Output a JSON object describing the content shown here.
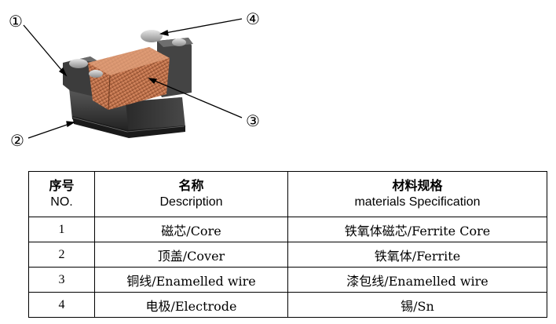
{
  "callouts": {
    "c1": "①",
    "c2": "②",
    "c3": "③",
    "c4": "④"
  },
  "table": {
    "headers": [
      {
        "cn": "序号",
        "en": "NO."
      },
      {
        "cn": "名称",
        "en": "Description"
      },
      {
        "cn": "材料规格",
        "en": "materials Specification"
      }
    ],
    "rows": [
      {
        "no": "1",
        "description": "磁芯/Core",
        "material": "铁氧体磁芯/Ferrite Core"
      },
      {
        "no": "2",
        "description": "顶盖/Cover",
        "material": "铁氧体/Ferrite"
      },
      {
        "no": "3",
        "description": "铜线/Enamelled wire",
        "material": "漆包线/Enamelled wire"
      },
      {
        "no": "4",
        "description": "电极/Electrode",
        "material": "锡/Sn"
      }
    ]
  },
  "colors": {
    "ferrite_dark": "#3a3a3a",
    "copper": "#c97a52",
    "electrode": "#b8b8b8"
  }
}
